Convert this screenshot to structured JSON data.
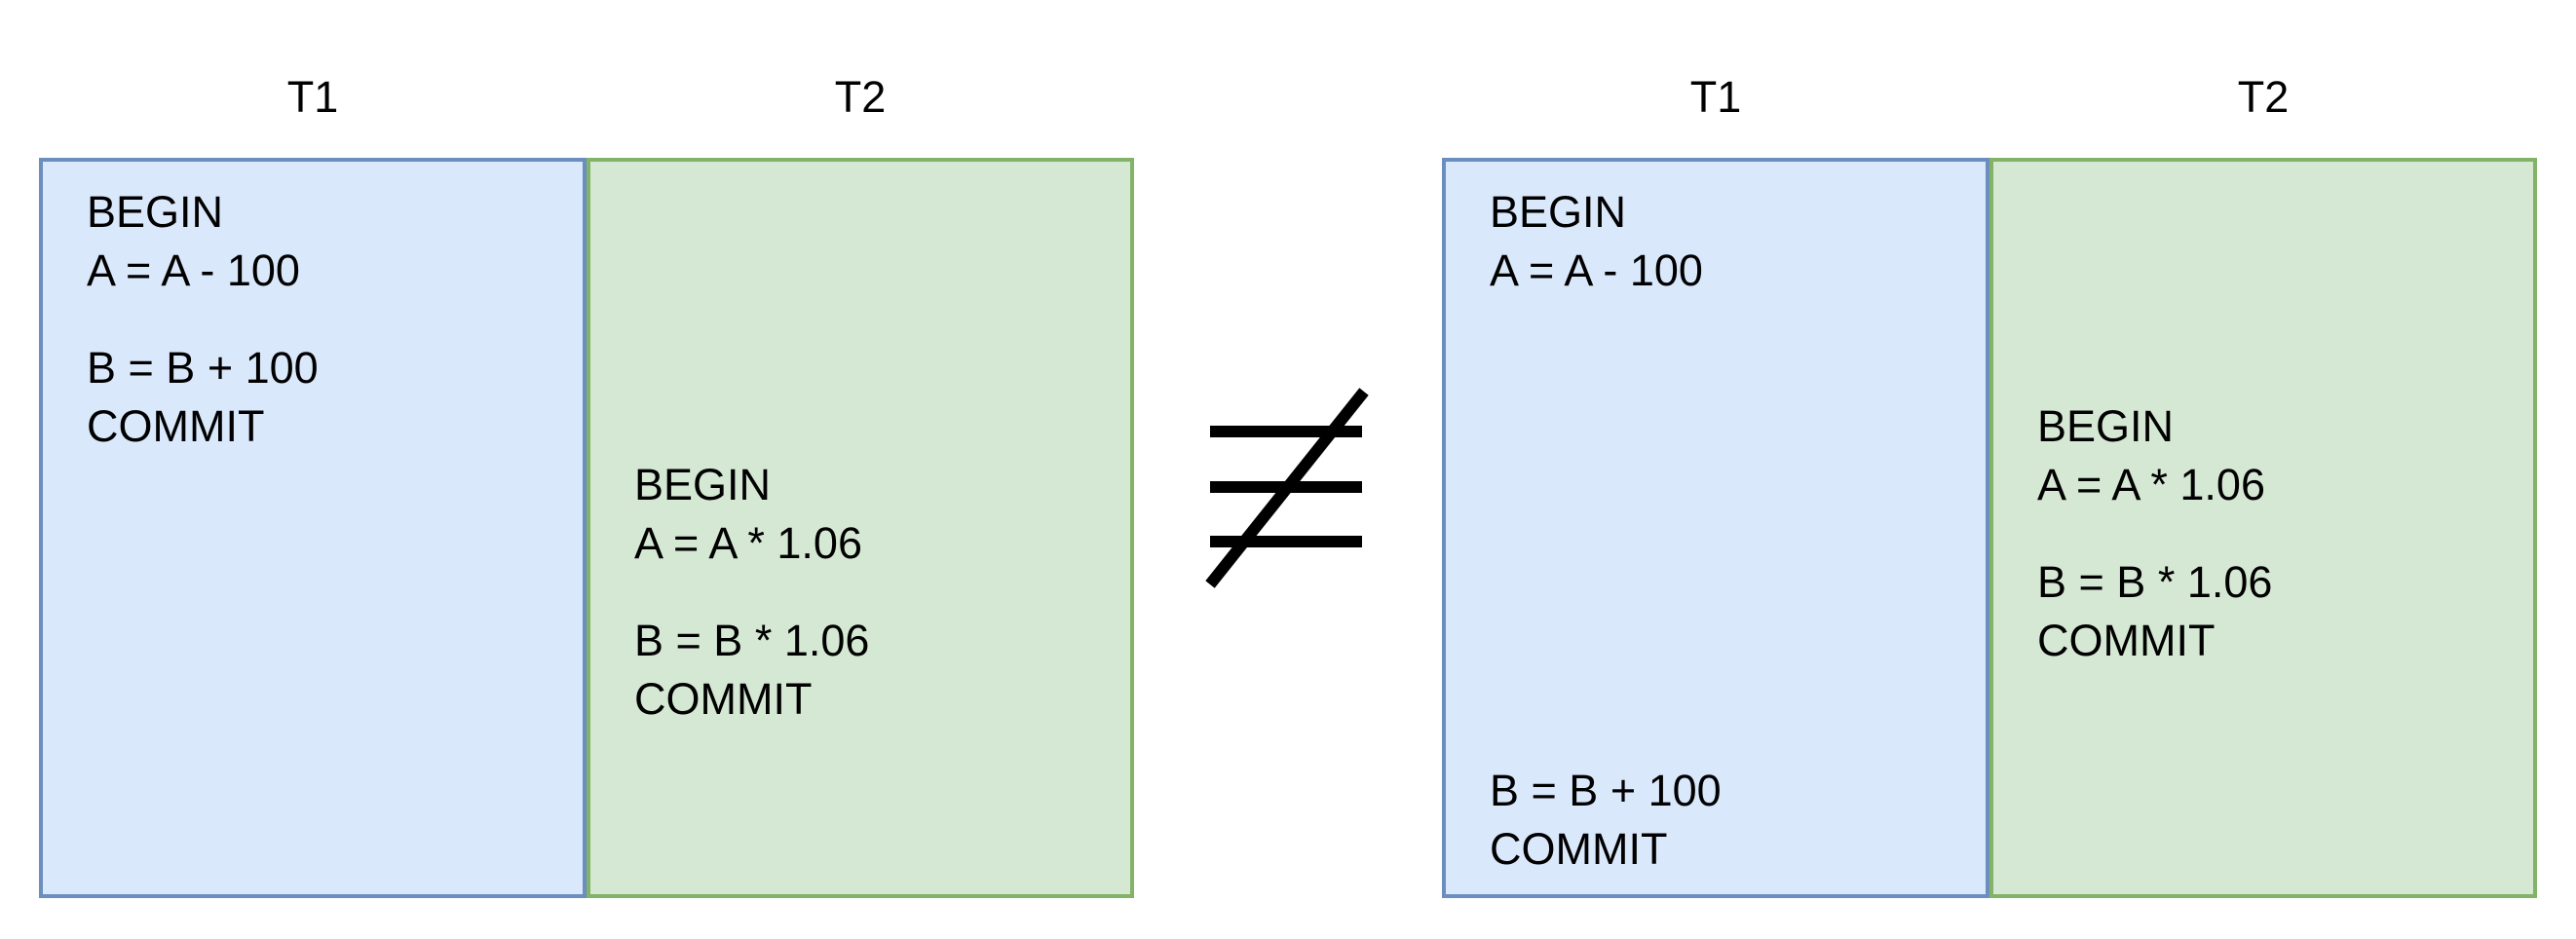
{
  "schedules": [
    {
      "headers": {
        "t1": "T1",
        "t2": "T2"
      },
      "t1": [
        {
          "lines": [
            "BEGIN",
            "A = A - 100",
            "B = B + 100",
            "COMMIT"
          ]
        }
      ],
      "t2": [
        {
          "lines": [
            "BEGIN",
            "A = A * 1.06",
            "B = B * 1.06",
            "COMMIT"
          ]
        }
      ]
    },
    {
      "headers": {
        "t1": "T1",
        "t2": "T2"
      },
      "t1": [
        {
          "lines": [
            "BEGIN",
            "A = A - 100"
          ]
        },
        {
          "lines": [
            "B = B + 100",
            "COMMIT"
          ]
        }
      ],
      "t2": [
        {
          "lines": [
            "BEGIN",
            "A = A * 1.06",
            "B = B * 1.06",
            "COMMIT"
          ]
        }
      ]
    }
  ],
  "symbol": "not-equal"
}
